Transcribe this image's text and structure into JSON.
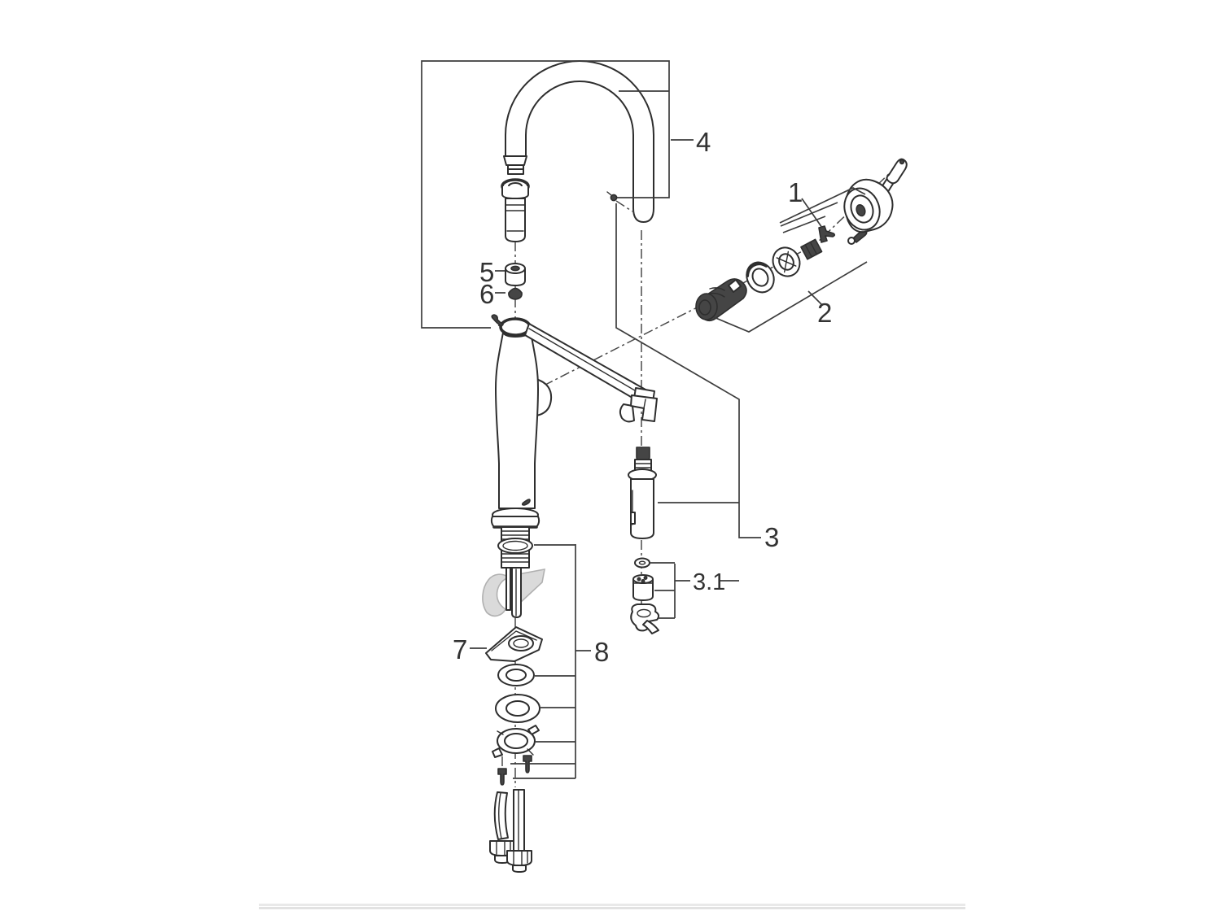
{
  "diagram": {
    "type": "exploded-parts-diagram",
    "subject": "single-lever kitchen faucet with pull-out spray and gooseneck spout",
    "labels": {
      "part1": "1",
      "part2": "2",
      "part3": "3",
      "part3_1": "3.1",
      "part4": "4",
      "part5": "5",
      "part6": "6",
      "part7": "7",
      "part8": "8"
    },
    "colors": {
      "line": "#2e2e2e",
      "label": "#333333",
      "dark": "#454545",
      "grey_part": "#d4d4d4",
      "divider": "#e9e9e9",
      "background": "#ffffff"
    }
  }
}
